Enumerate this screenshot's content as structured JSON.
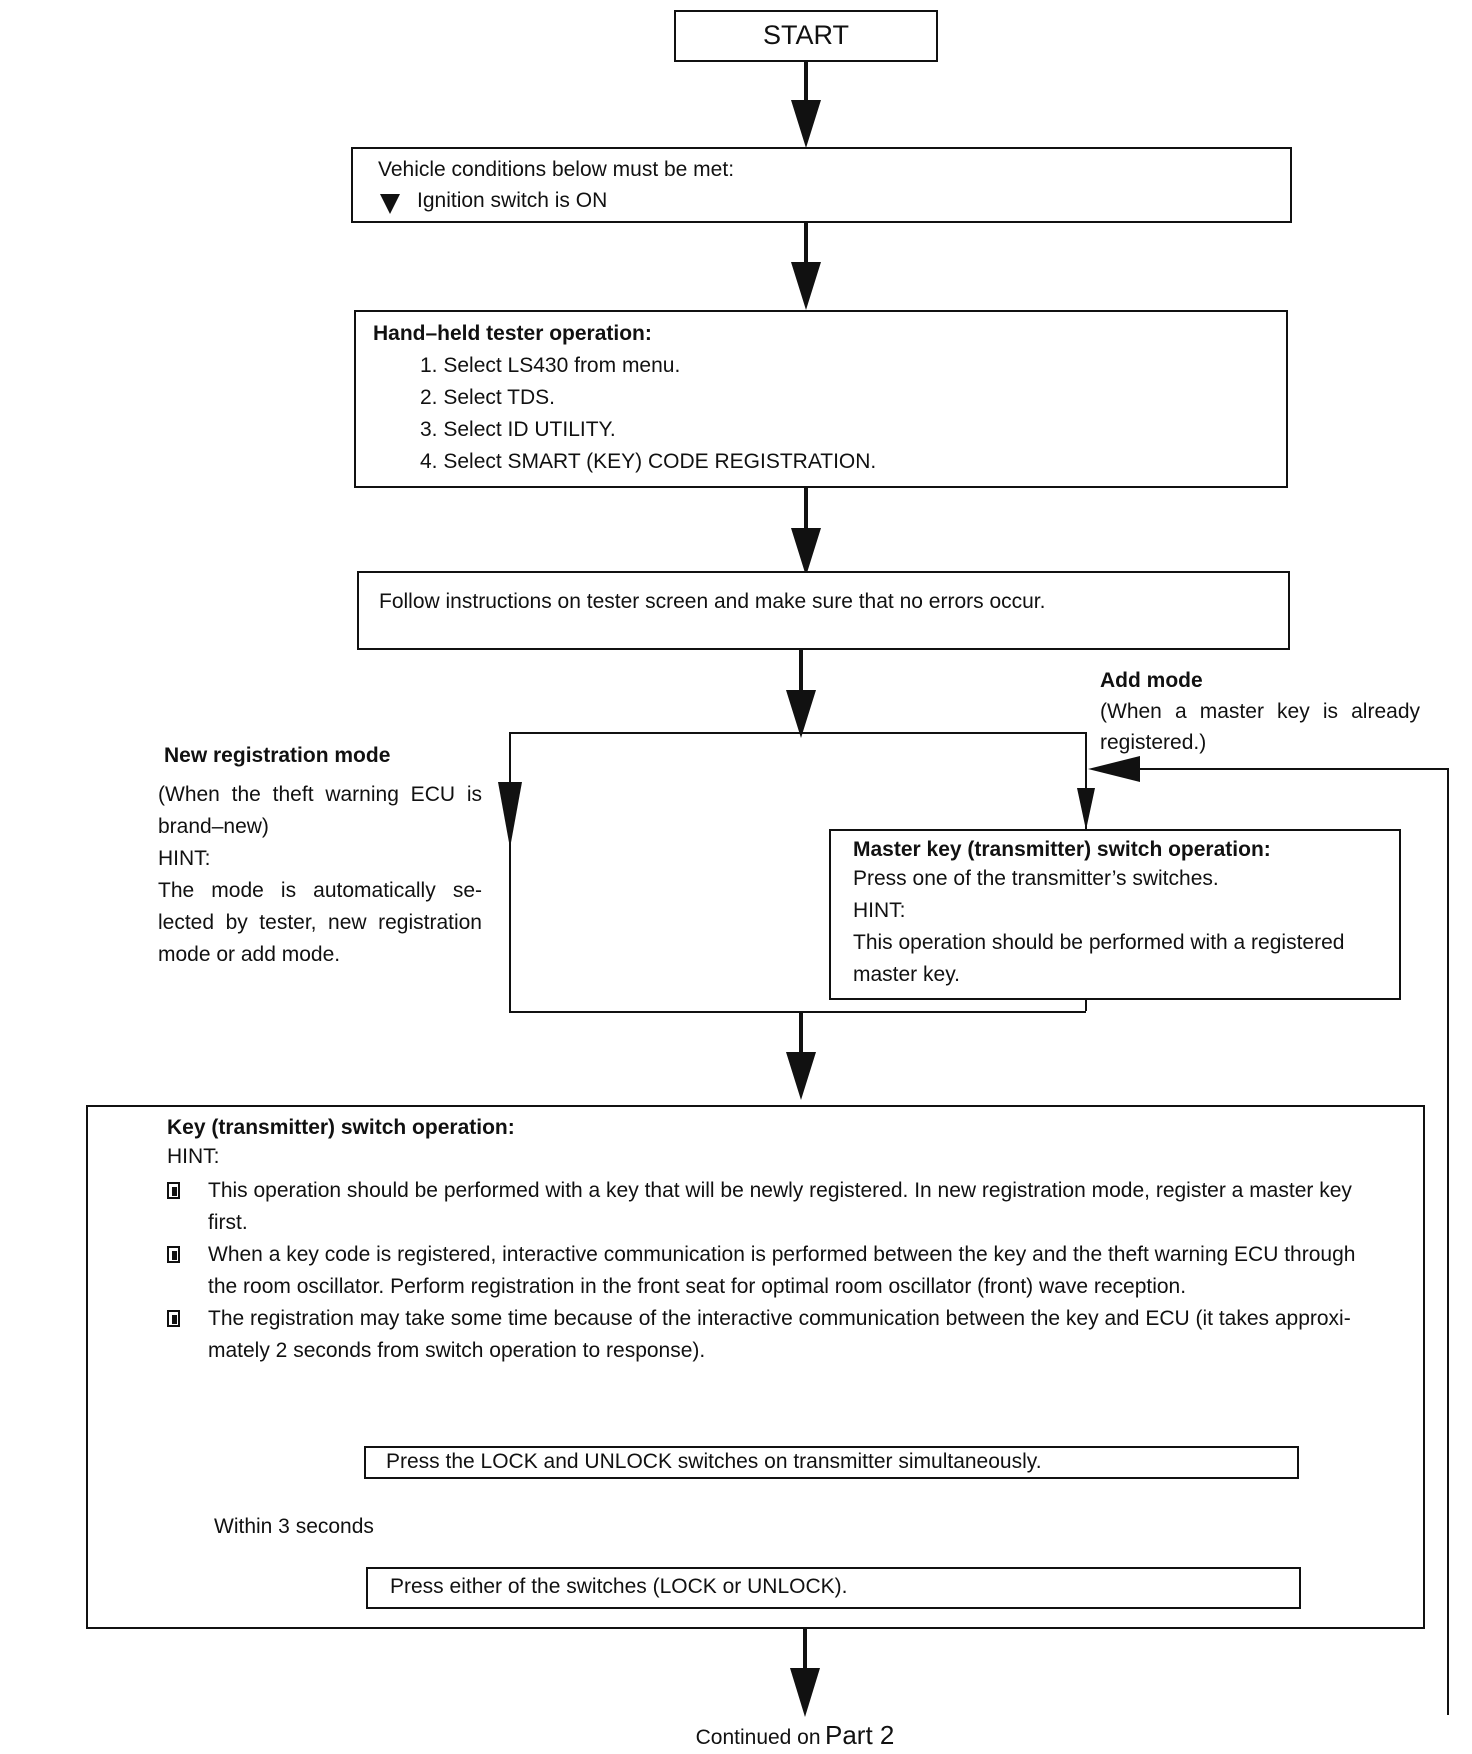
{
  "start": {
    "label": "START"
  },
  "conditions": {
    "title": "Vehicle conditions below must be met:",
    "item": "Ignition switch is ON"
  },
  "tester": {
    "title": "Hand–held tester operation:",
    "steps": [
      "1. Select LS430 from menu.",
      "2. Select TDS.",
      "3. Select ID UTILITY.",
      "4. Select SMART (KEY) CODE REGISTRATION."
    ]
  },
  "follow": {
    "text": "Follow instructions on tester screen and make sure that no errors occur."
  },
  "add_mode": {
    "title": "Add mode",
    "lines": [
      "(When a master key is already",
      "registered.)"
    ]
  },
  "new_mode": {
    "title": "New registration mode",
    "lines": [
      "(When the theft warning ECU is",
      "brand–new)",
      "HINT:",
      "The mode is automatically se-",
      "lected by tester, new registration",
      "mode or add mode."
    ]
  },
  "master_key": {
    "title": "Master key (transmitter) switch operation:",
    "lines": [
      "Press one of the transmitter’s switches.",
      "HINT:",
      "This operation should be performed with a registered",
      "master key."
    ]
  },
  "key_op": {
    "title": "Key (transmitter) switch operation:",
    "hint": "HINT:",
    "bullets": [
      [
        "This operation should be performed with a key that will be newly registered. In new registration mode, register a master key",
        "first."
      ],
      [
        "When a key code is registered, interactive communication is performed between the key and the theft warning ECU through",
        "the room oscillator. Perform registration in the front seat for optimal room oscillator (front) wave reception."
      ],
      [
        "The registration may take some time because of the interactive communication between the key and ECU (it takes approxi-",
        "mately 2 seconds from switch operation to response)."
      ]
    ],
    "step1": "Press the LOCK and UNLOCK switches on transmitter simultaneously.",
    "step2": "Press either of the switches (LOCK or UNLOCK).",
    "within": "Within 3 seconds"
  },
  "footer": {
    "continued": "Continued on",
    "part": "Part 2"
  }
}
